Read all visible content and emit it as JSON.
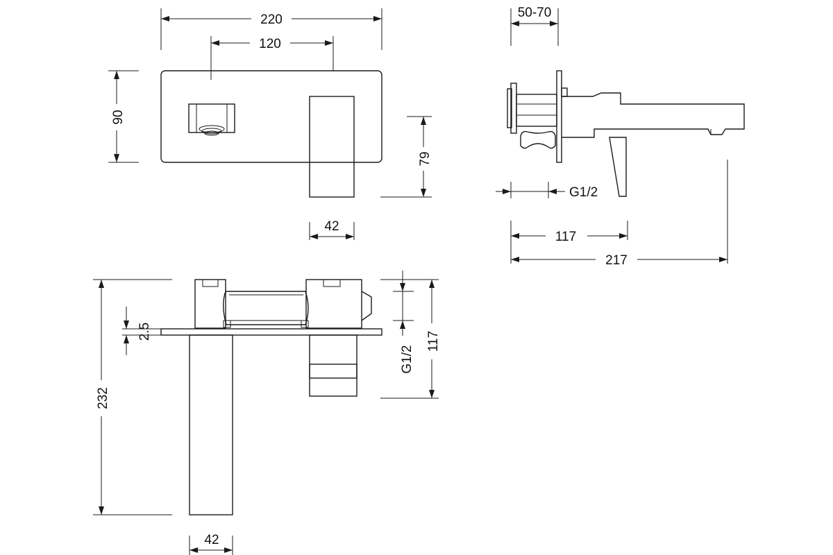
{
  "dimensions": {
    "front_width": "220",
    "front_center_spacing": "120",
    "front_height": "90",
    "front_spout_drop": "79",
    "front_spout_width": "42",
    "side_wall_range": "50-70",
    "side_thread": "G1/2",
    "side_mixer_depth": "117",
    "side_total_depth": "217",
    "top_plate_thickness": "2.5",
    "top_total_length": "232",
    "top_spout_width": "42",
    "top_thread": "G1/2",
    "top_mixer_depth": "117"
  }
}
